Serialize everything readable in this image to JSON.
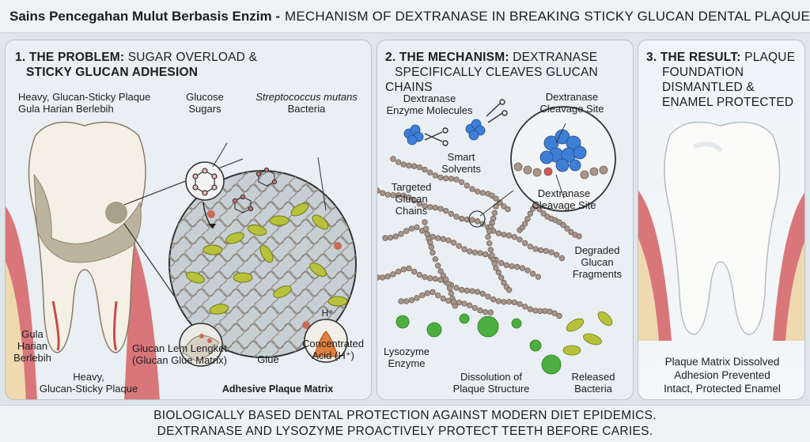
{
  "header": {
    "title_bold": "Sains Pencegahan Mulut Berbasis Enzim -",
    "title_rest": "MECHANISM OF DEXTRANASE IN BREAKING STICKY GLUCAN DENTAL PLAQUE"
  },
  "panel1": {
    "title_prefix": "1. THE PROBLEM:",
    "title_line1_rest": "SUGAR OVERLOAD &",
    "title_line2": "STICKY GLUCAN ADHESION",
    "label_plaque_top_1": "Heavy, Glucan-Sticky Plaque",
    "label_plaque_top_2": "Gula Harian Berlebih",
    "label_glucose_1": "Glucose",
    "label_glucose_2": "Sugars",
    "label_bacteria_1": "Streptococcus mutans",
    "label_bacteria_2": "Bacteria",
    "label_gula_1": "Gula",
    "label_gula_2": "Harian",
    "label_gula_3": "Berlebih",
    "label_glucan_glue_1": "Glucan Lem Lengket",
    "label_glucan_glue_2": "(Glucan Glue Matrix)",
    "label_heavy_1": "Heavy,",
    "label_heavy_2": "Glucan-Sticky Plaque",
    "label_glue": "Glue",
    "label_acid_1": "Concentrated",
    "label_acid_2": "Acid (H⁺)",
    "label_matrix": "Adhesive Plaque Matrix",
    "label_hplus": "H⁺"
  },
  "panel2": {
    "title_prefix": "2. THE MECHANISM:",
    "title_line1_rest": "DEXTRANASE",
    "title_line2": "SPECIFICALLY CLEAVES GLUCAN CHAINS",
    "label_enzyme_1": "Dextranase",
    "label_enzyme_2": "Enzyme Molecules",
    "label_smart_1": "Smart",
    "label_smart_2": "Solvents",
    "label_site_top_1": "Dextranase",
    "label_site_top_2": "Cleavage Site",
    "label_targeted_1": "Targeted",
    "label_targeted_2": "Glucan",
    "label_targeted_3": "Chains",
    "label_site_bottom_1": "Dextranase",
    "label_site_bottom_2": "Cleavage Site",
    "label_degraded_1": "Degraded",
    "label_degraded_2": "Glucan",
    "label_degraded_3": "Fragments",
    "label_lysozyme_1": "Lysozyme",
    "label_lysozyme_2": "Enzyme",
    "label_dissolution_1": "Dissolution of",
    "label_dissolution_2": "Plaque Structure",
    "label_released_1": "Released",
    "label_released_2": "Bacteria"
  },
  "panel3": {
    "title_prefix": "3. THE RESULT:",
    "title_line1_rest": "PLAQUE",
    "title_line2": "FOUNDATION",
    "title_line3": "DISMANTLED &",
    "title_line4": "ENAMEL  PROTECTED",
    "result_1": "Plaque Matrix Dissolved",
    "result_2": "Adhesion Prevented",
    "result_3": "Intact, Protected Enamel"
  },
  "footer": {
    "line1": "BIOLOGICALLY BASED DENTAL PROTECTION AGAINST MODERN DIET EPIDEMICS.",
    "line2": "DEXTRANASE AND LYSOZYME PROACTIVELY PROTECT TEETH BEFORE CARIES."
  },
  "colors": {
    "gum": "#d9767a",
    "bone": "#efd9b0",
    "enamel": "#f7f4ee",
    "plaque": "#bdb49f",
    "bacteria": "#b7c23a",
    "glucan": "#a8968a",
    "enzyme": "#3e7fd6",
    "lysozyme": "#4caf3f"
  }
}
